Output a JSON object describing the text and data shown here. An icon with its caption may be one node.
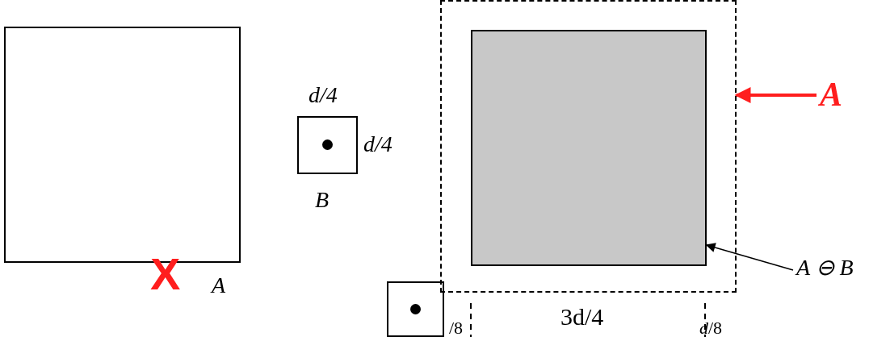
{
  "diagram": {
    "nodes": [
      {
        "text": [],
        "shape": "box",
        "beside": [
          "A"
        ]
      },
      {
        "text": [],
        "shape": "box",
        "beside": [
          "*d*/4",
          "*d*/4",
          "B"
        ]
      },
      {
        "text": [],
        "shape": "box"
      },
      {
        "text": [
          "A"
        ]
      },
      {
        "text": [],
        "shape": "box",
        "in": 2
      },
      {
        "text": [
          "A ⊖ B"
        ]
      },
      {
        "text": [],
        "shape": "box"
      }
    ],
    "edges": [
      {
        "from": 3,
        "to": 2,
        "arrow": "to",
        "style": "thick",
        "color": "#ff1e1e"
      },
      {
        "from": 5,
        "to": 4,
        "arrow": "to",
        "color": "#000000"
      }
    ],
    "labels": [
      "X",
      "3d/4",
      "/8",
      "*d*/8"
    ]
  }
}
